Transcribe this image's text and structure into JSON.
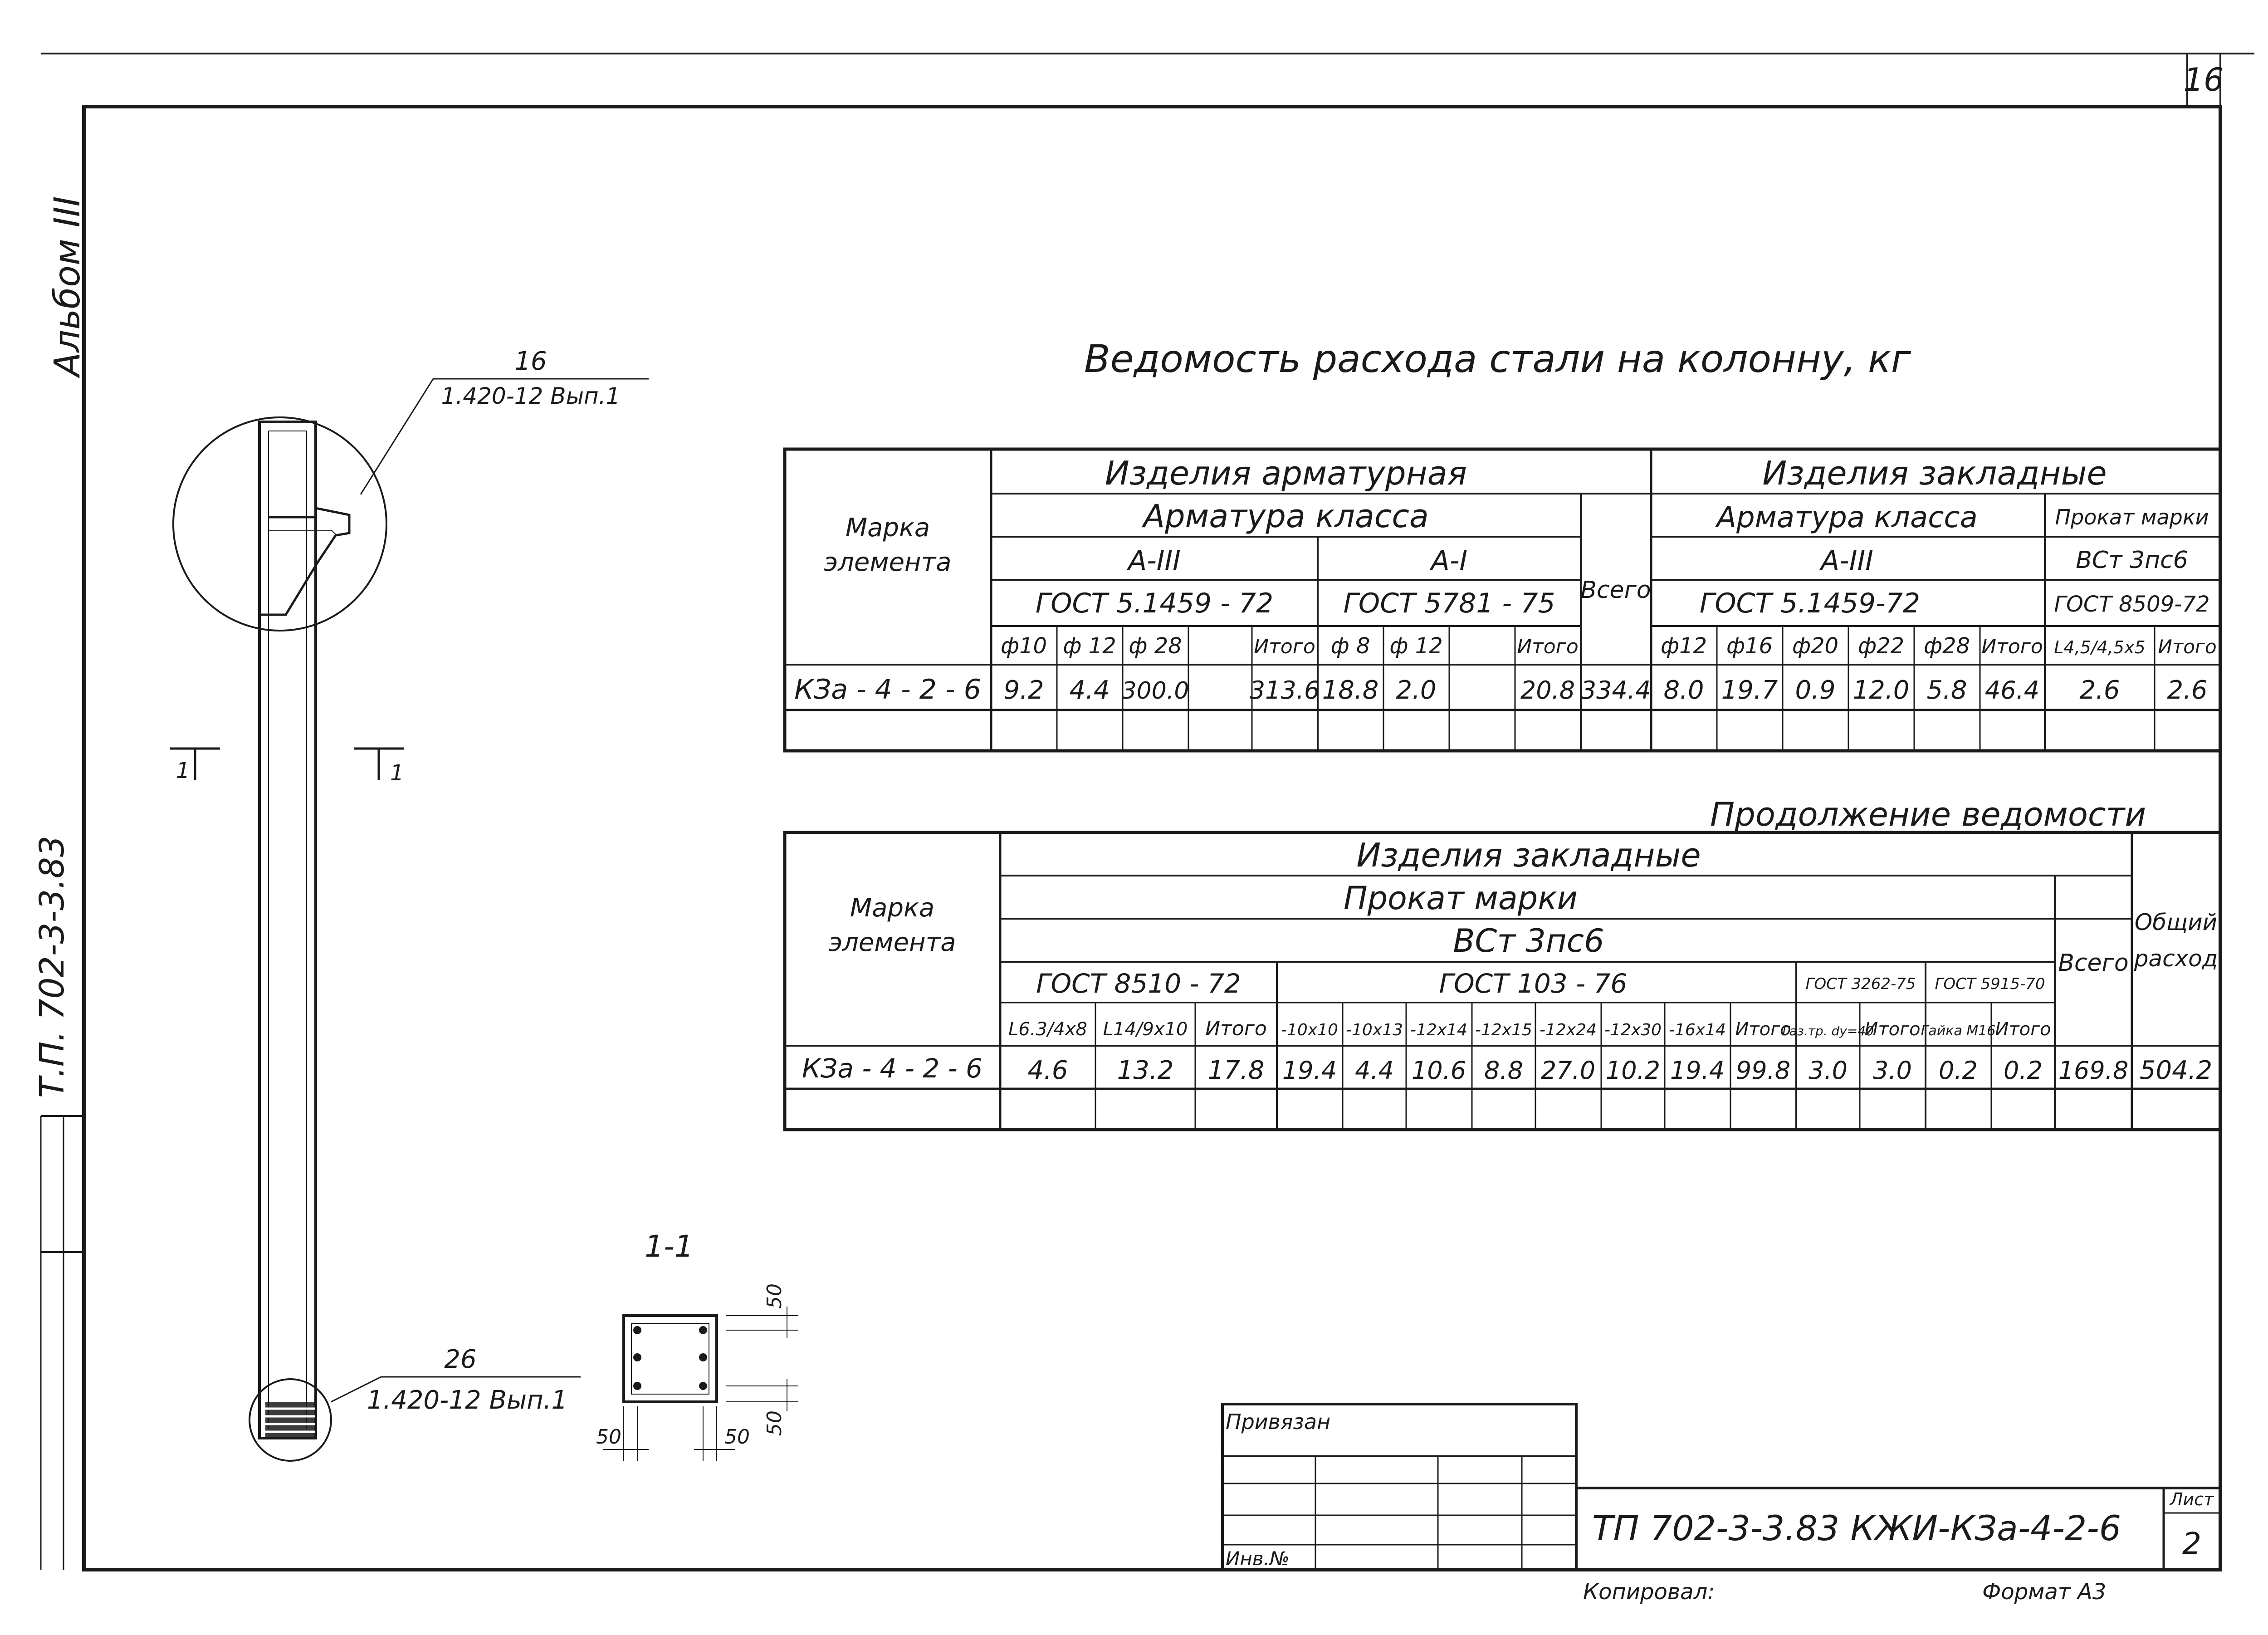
{
  "sheet_number_corner": "16",
  "side_labels": {
    "album": "Альбом III",
    "project": "Т.П.   702-3-3.83"
  },
  "title": "Ведомость   расхода   стали   на   колонну,   кг",
  "continuation_title": "Продолжение   ведомости",
  "table1": {
    "col_mark": [
      "Марка",
      "элемента"
    ],
    "group1": "Изделия   арматурная",
    "group1_sub": "Арматура   класса",
    "classA3": "А-III",
    "classA1": "А-I",
    "gost_a3": "ГОСТ 5.1459 - 72",
    "gost_a1": "ГОСТ 5781 - 75",
    "total_label": "Всего",
    "group2": "Изделия   закладные",
    "group2_sub": "Арматура   класса",
    "prokat_marki": "Прокат марки",
    "classA3b": "А-III",
    "gost_a3b": "ГОСТ  5.1459-72",
    "steel": "ВСт 3пс6",
    "gost_8509": "ГОСТ 8509-72",
    "headers": [
      "ф10",
      "ф 12",
      "ф 28",
      "",
      "Итого",
      "ф 8",
      "ф 12",
      "",
      "Итого",
      "",
      "ф12",
      "ф16",
      "ф20",
      "ф22",
      "ф28",
      "Итого",
      "L4,5/4,5x5",
      "Итого"
    ],
    "row_mark": "КЗа - 4 - 2 - 6",
    "row_values": [
      "9.2",
      "4.4",
      "300.0",
      "",
      "313.6",
      "18.8",
      "2.0",
      "",
      "20.8",
      "334.4",
      "8.0",
      "19.7",
      "0.9",
      "12.0",
      "5.8",
      "46.4",
      "2.6",
      "2.6"
    ]
  },
  "table2": {
    "col_mark": [
      "Марка",
      "элемента"
    ],
    "group": "Изделия   закладные",
    "prokat": "Прокат   марки",
    "steel": "ВСт 3пс6",
    "gost_8510": "ГОСТ  8510 - 72",
    "gost_103": "ГОСТ   103 - 76",
    "gost_3262": "ГОСТ 3262-75",
    "gost_5915": "ГОСТ 5915-70",
    "total_label": "Всего",
    "general_label": [
      "Общий",
      "расход"
    ],
    "headers": [
      "L6.3/4x8",
      "L14/9x10",
      "Итого",
      "-10x10",
      "-10x13",
      "-12x14",
      "-12x15",
      "-12x24",
      "-12x30",
      "-16x14",
      "Итого",
      "Газ.тр. dy=40",
      "Итого",
      "Гайка М16",
      "Итого"
    ],
    "row_mark": "КЗа - 4 - 2 - 6",
    "row_values": [
      "4.6",
      "13.2",
      "17.8",
      "19.4",
      "4.4",
      "10.6",
      "8.8",
      "27.0",
      "10.2",
      "19.4",
      "99.8",
      "3.0",
      "3.0",
      "0.2",
      "0.2",
      "169.8",
      "504.2"
    ]
  },
  "drawing": {
    "callout_top_num": "16",
    "callout_top_ref": "1.420-12 Вып.1",
    "callout_bottom_num": "26",
    "callout_bottom_ref": "1.420-12 Вып.1",
    "section_mark_left": "1",
    "section_mark_right": "1",
    "section_title": "1-1",
    "dim_50_a": "50",
    "dim_50_b": "50",
    "dim_50_c": "50",
    "dim_50_d": "50"
  },
  "stamp": {
    "bound": "Привязан",
    "inv": "Инв.№",
    "code": "ТП 702-3-3.83  КЖИ-КЗа-4-2-6",
    "sheet_label": "Лист",
    "sheet_value": "2",
    "copied": "Копировал:",
    "format": "Формат  А3"
  }
}
